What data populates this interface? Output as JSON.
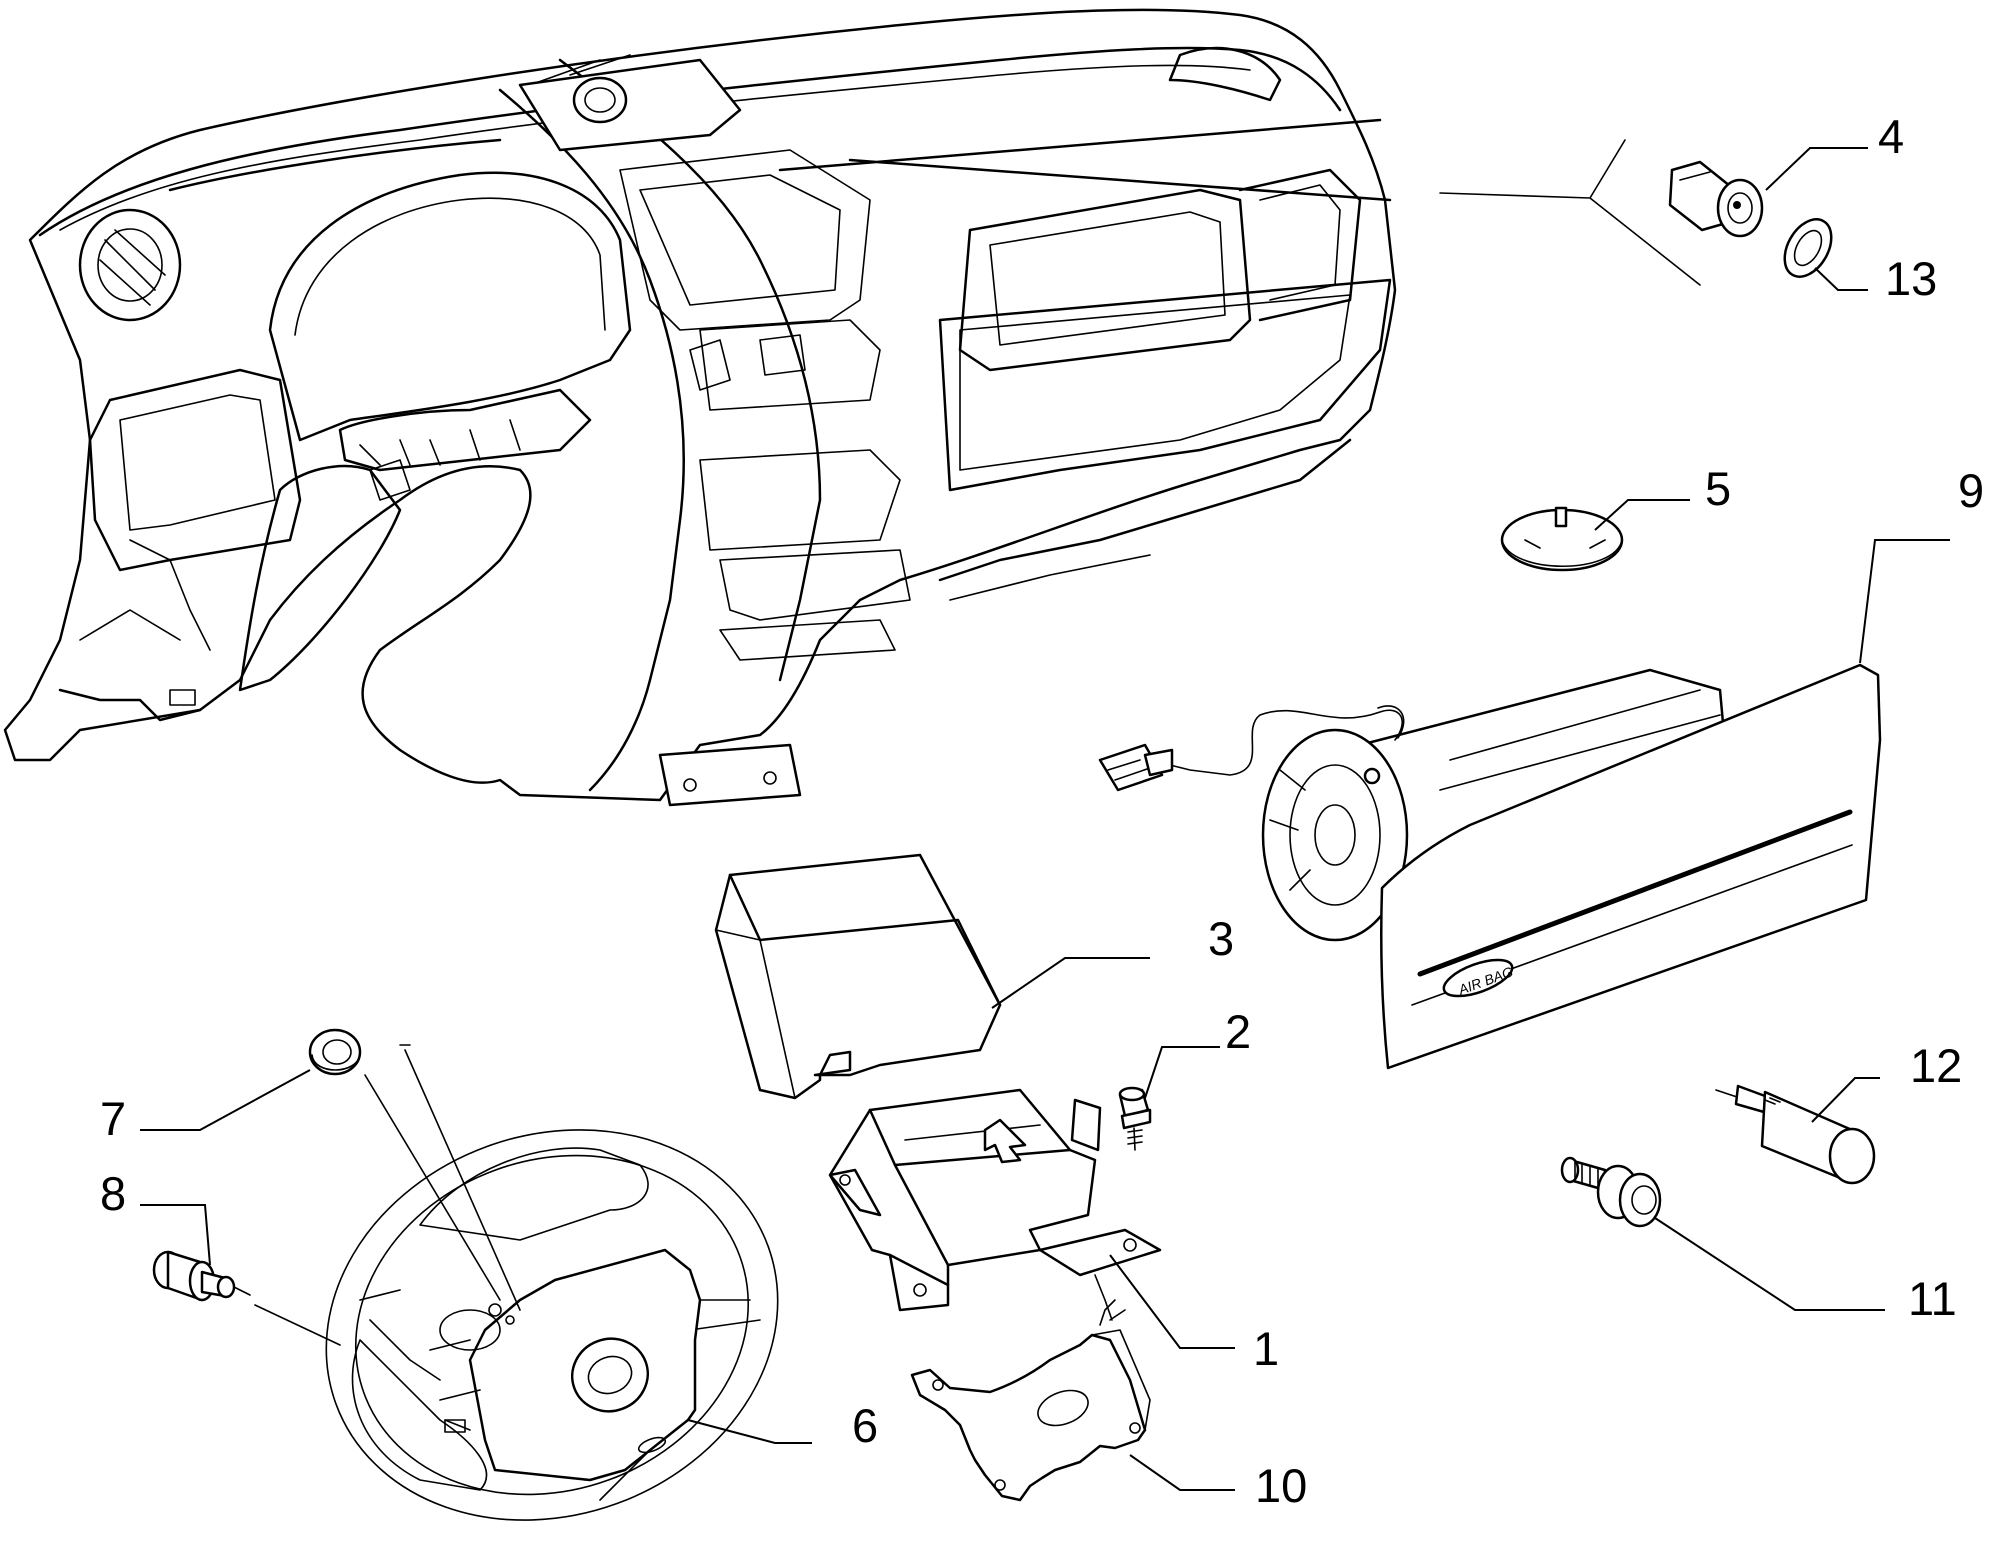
{
  "diagram": {
    "callouts": [
      "1",
      "2",
      "3",
      "4",
      "5",
      "6",
      "7",
      "8",
      "9",
      "10",
      "11",
      "12",
      "13"
    ],
    "parts": [
      {
        "id": "dashboard",
        "icon": "dashboard-panel-icon"
      },
      {
        "callout": "1",
        "icon": "airbag-control-unit-icon"
      },
      {
        "callout": "2",
        "icon": "screw-icon"
      },
      {
        "callout": "3",
        "icon": "ecu-cover-icon"
      },
      {
        "callout": "4",
        "icon": "connector-plug-icon"
      },
      {
        "callout": "5",
        "icon": "clip-icon"
      },
      {
        "callout": "6",
        "icon": "steering-wheel-airbag-icon"
      },
      {
        "callout": "7",
        "icon": "washer-icon"
      },
      {
        "callout": "8",
        "icon": "bolt-icon"
      },
      {
        "callout": "9",
        "icon": "passenger-airbag-icon"
      },
      {
        "callout": "10",
        "icon": "mounting-bracket-icon"
      },
      {
        "callout": "11",
        "icon": "flange-bolt-icon"
      },
      {
        "callout": "12",
        "icon": "spacer-pin-icon"
      },
      {
        "callout": "13",
        "icon": "seal-ring-icon"
      }
    ],
    "airbag_badge": "AIR BAG"
  }
}
